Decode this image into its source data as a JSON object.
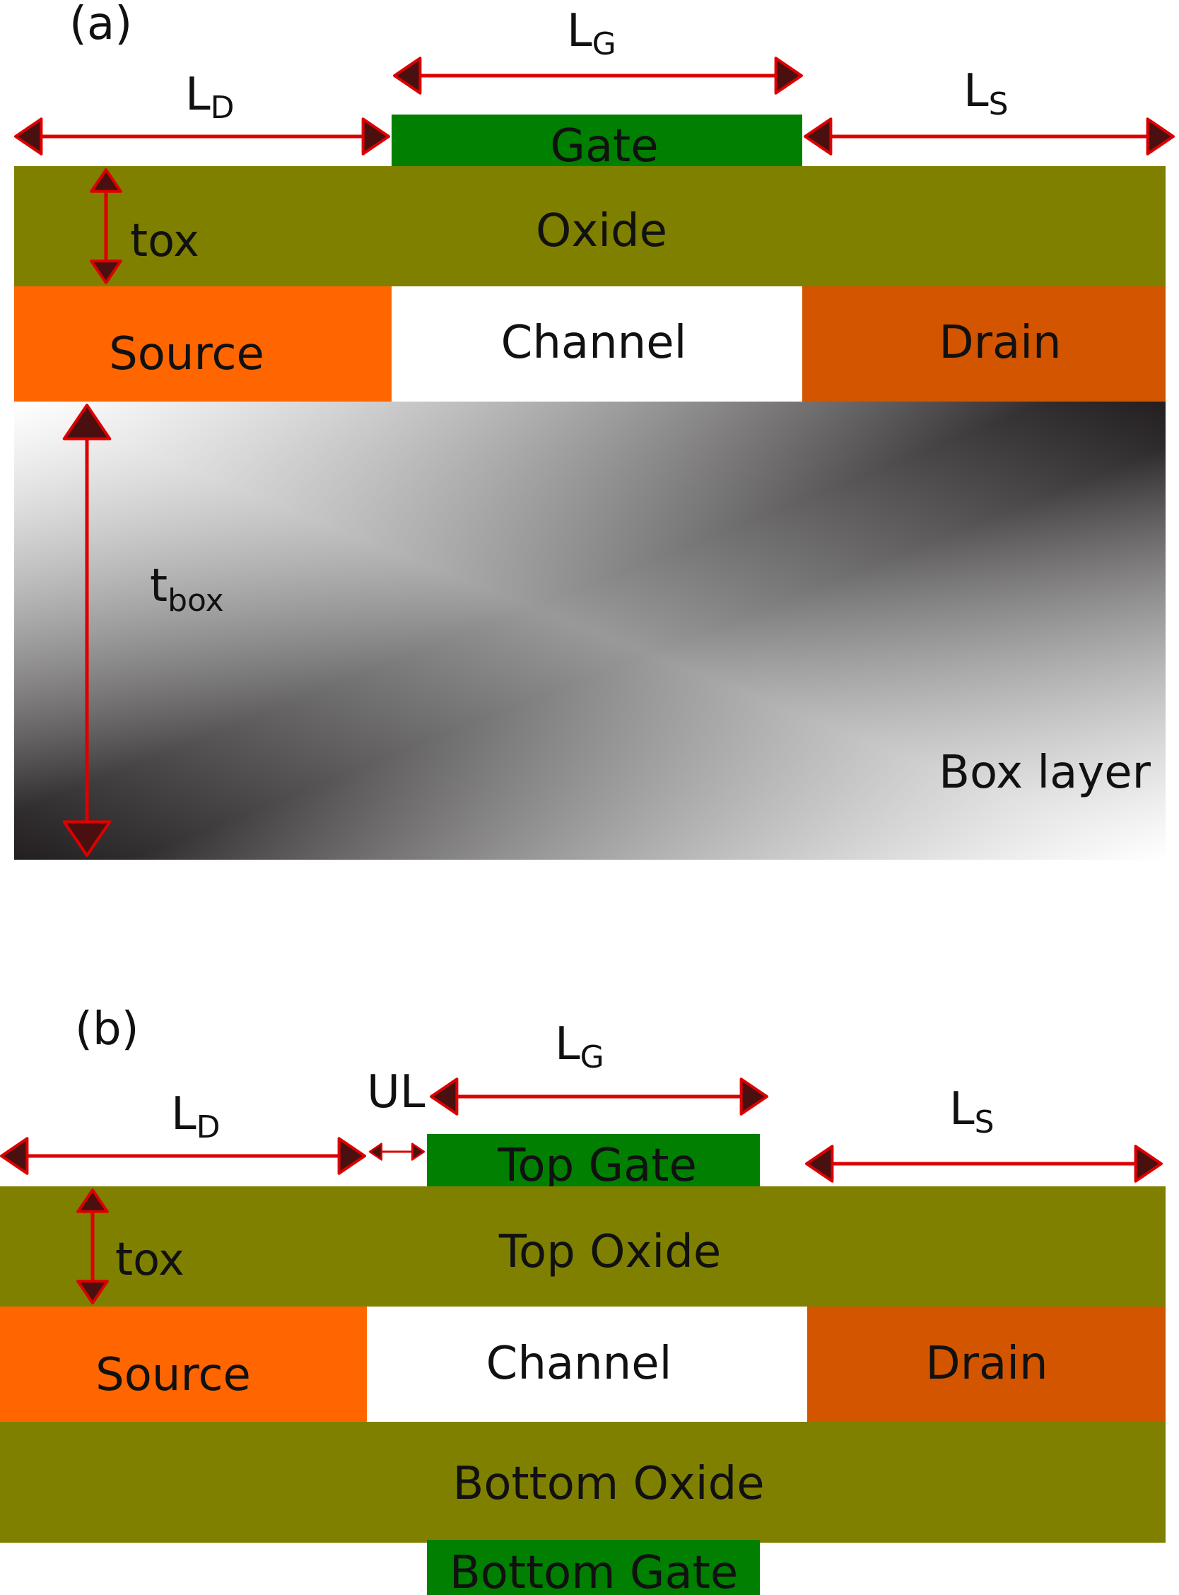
{
  "colors": {
    "gate": "#007f00",
    "oxide": "#808000",
    "source": "#ff6600",
    "drain": "#d45500",
    "channel": "#ffffff",
    "arrow_line": "#dd0000",
    "arrow_head": "#4a1010",
    "box_dark": "#231f20",
    "box_light": "#ffffff",
    "box_mid": "#999999"
  },
  "panel_a": {
    "tag": "(a)",
    "ld_main": "L",
    "ld_sub": "D",
    "lg_main": "L",
    "lg_sub": "G",
    "ls_main": "L",
    "ls_sub": "S",
    "tox_main": "t",
    "tox_sub": "ox",
    "tbox_main": "t",
    "tbox_sub": "box",
    "gate": "Gate",
    "oxide": "Oxide",
    "source": "Source",
    "channel": "Channel",
    "drain": "Drain",
    "box_layer": "Box layer"
  },
  "panel_b": {
    "tag": "(b)",
    "ld_main": "L",
    "ld_sub": "D",
    "lg_main": "L",
    "lg_sub": "G",
    "ls_main": "L",
    "ls_sub": "S",
    "ul": "UL",
    "tox_main": "t",
    "tox_sub": "ox",
    "top_gate": "Top Gate",
    "top_oxide": "Top Oxide",
    "source": "Source",
    "channel": "Channel",
    "drain": "Drain",
    "bottom_oxide": "Bottom Oxide",
    "bottom_gate": "Bottom Gate"
  }
}
